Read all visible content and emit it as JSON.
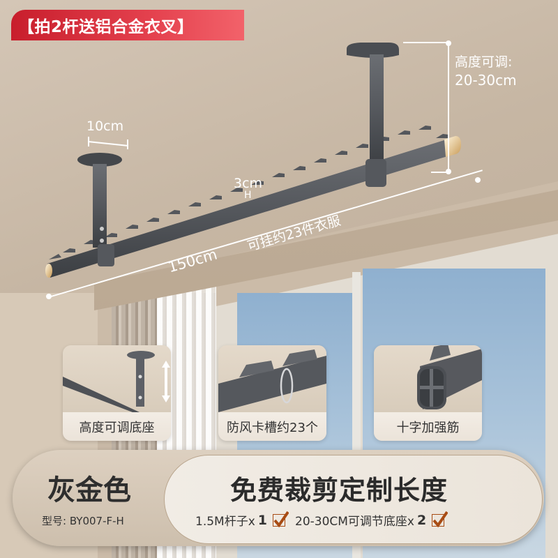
{
  "promo_badge": {
    "text": "【拍2杆送铝合金衣叉】",
    "color_start": "#c81e2c",
    "color_end": "#f2626a"
  },
  "dimensions": {
    "base_width": "10cm",
    "slot_spacing": "3cm",
    "rod_length": "150cm",
    "capacity": "可挂约23件衣服",
    "height_label": "高度可调:",
    "height_range": "20-30cm"
  },
  "features": [
    {
      "caption": "高度可调底座",
      "icon": "adjustable-base-image"
    },
    {
      "caption": "防风卡槽约23个",
      "icon": "windproof-slot-image"
    },
    {
      "caption": "十字加强筋",
      "icon": "cross-rib-image"
    }
  ],
  "product": {
    "color_name": "灰金色",
    "model": "型号: BY007-F-H",
    "headline": "免费裁剪定制长度",
    "contents": [
      {
        "item": "1.5M杆子x",
        "qty": "1",
        "checked": true
      },
      {
        "item": "20-30CM可调节底座x",
        "qty": "2",
        "checked": true
      }
    ],
    "check_color": "#a84c14"
  }
}
